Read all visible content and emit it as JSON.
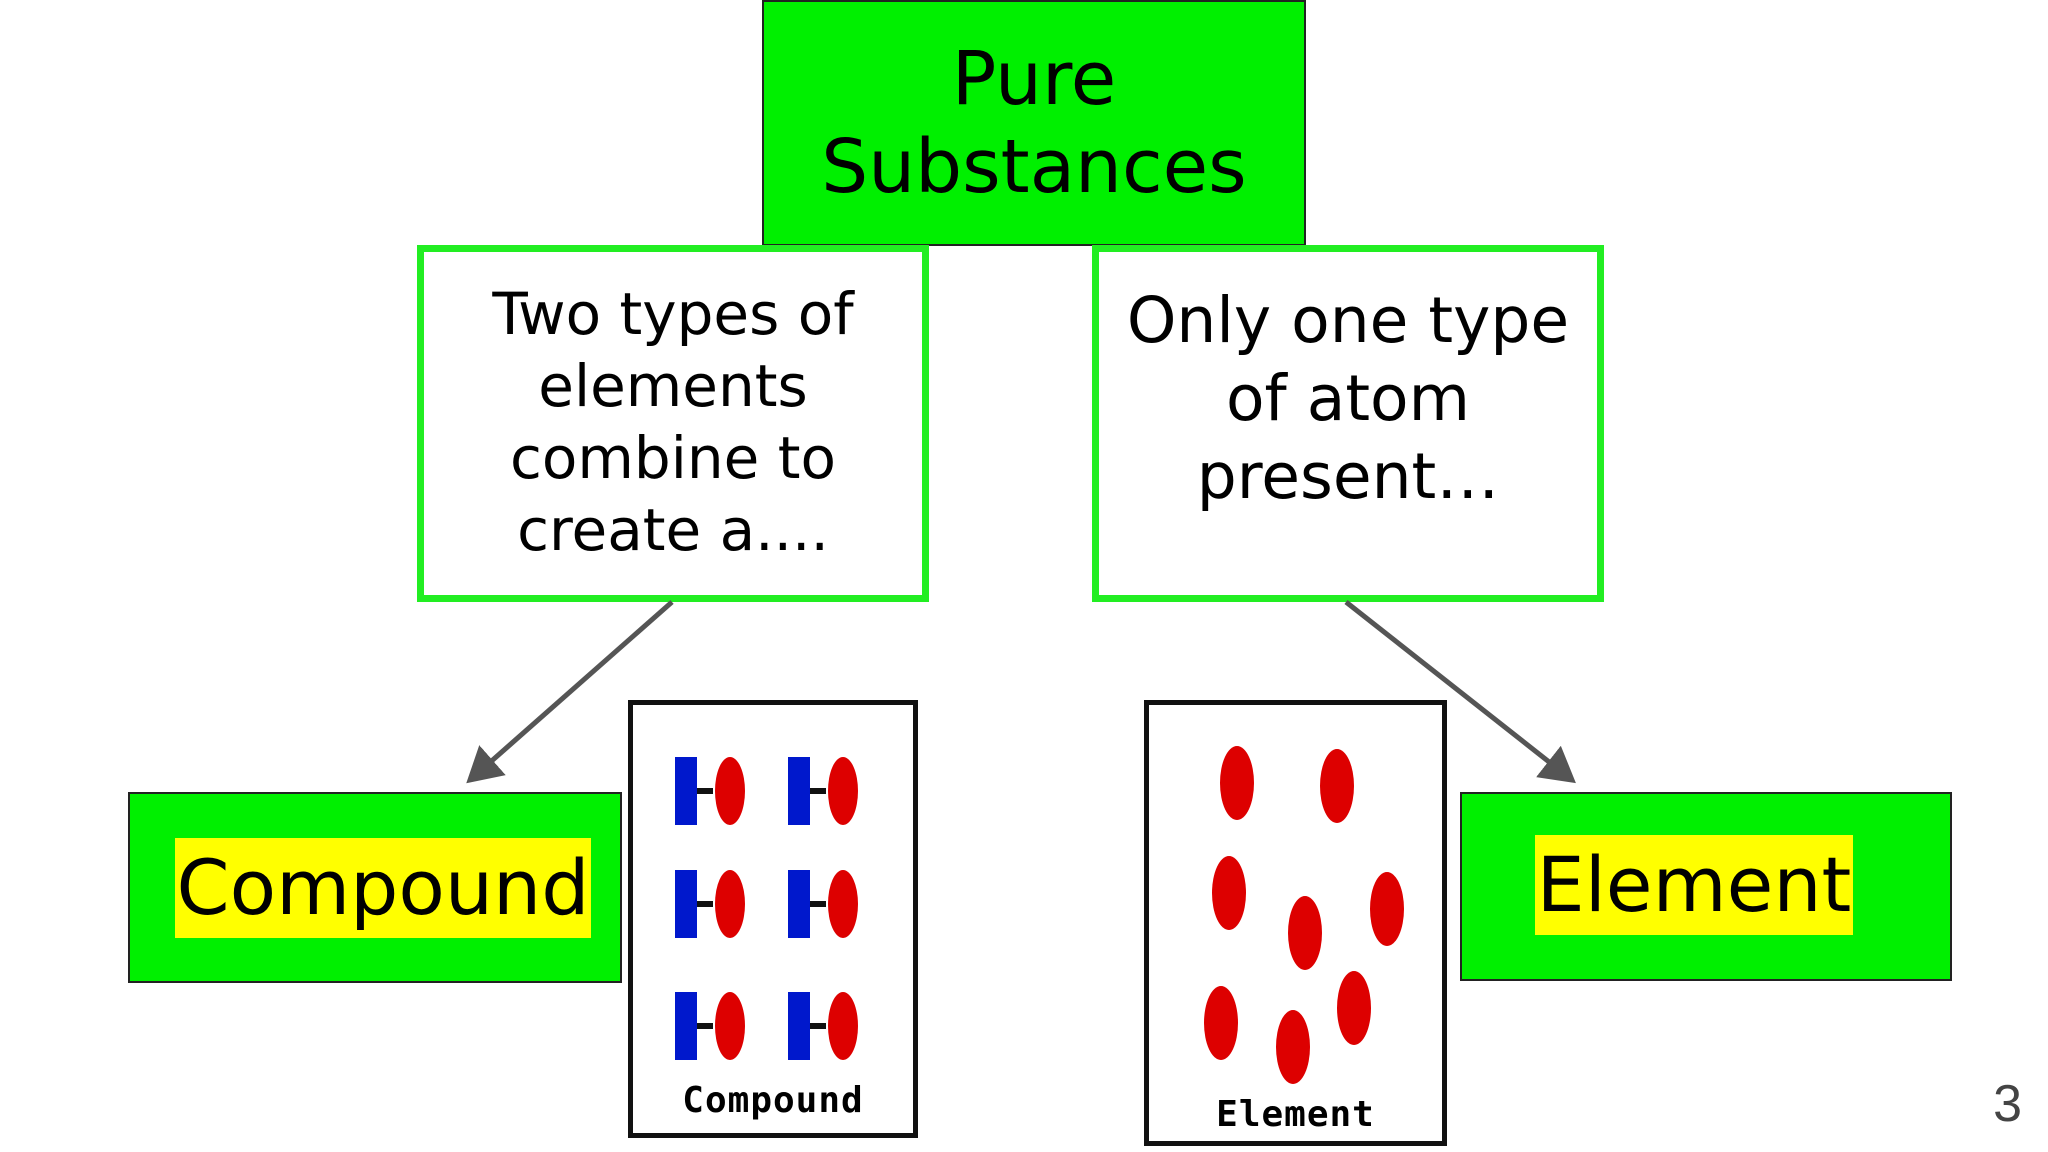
{
  "title": "Pure Substances",
  "left_branch": {
    "description": "Two types of elements combine to create a....",
    "result": "Compound",
    "picture_caption": "Compound"
  },
  "right_branch": {
    "description": "Only one type of atom present…",
    "result": "Element",
    "picture_caption": "Element"
  },
  "page_number": "3",
  "colors": {
    "box_fill": "#00f000",
    "box_border": "#22ee22",
    "highlight": "#ffff00",
    "atom_blue": "#0018cc",
    "atom_red": "#dd0000",
    "arrow": "#555555"
  }
}
